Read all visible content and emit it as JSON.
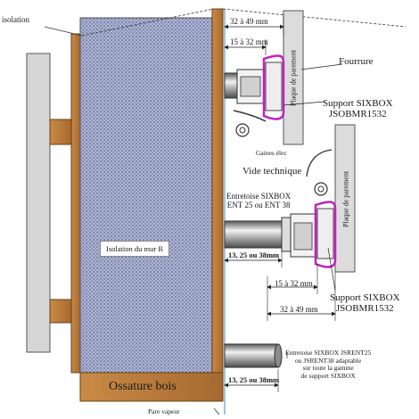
{
  "labels": {
    "isolation": "isolation",
    "dim_32_49_top": "32 à 49 mm",
    "dim_15_32_top": "15 à 32 mm",
    "fourrure": "Fourrure",
    "support_top_1": "Support SIXBOX",
    "support_top_2": "JSOBMR1532",
    "plaque_top": "Plaque de parement",
    "gaines": "Gaines élec",
    "vide_technique": "Vide technique",
    "entretoise_mid_1": "Entretoise SIXBOX",
    "entretoise_mid_2": "ENT 25 ou ENT 38",
    "plaque_bottom": "Plaque de parement",
    "isolation_mur": "Isolation du mur R",
    "dim_13_25_38_mid": "13, 25 ou 38mm",
    "dim_15_32_bottom": "15 à 32 mm",
    "support_bottom_1": "Support SIXBOX",
    "support_bottom_2": "JSOBMR1532",
    "dim_32_49_bottom": "32 à 49 mm",
    "entretoise_bottom_1": "Entretoise SIXBOX JSRENT25",
    "entretoise_bottom_2": "ou JSRENT38 adaptable",
    "entretoise_bottom_3": "sur toute la gamme",
    "entretoise_bottom_4": "de support SIXBOX",
    "ossature_bois": "Ossature bois",
    "dim_13_25_38_bottom": "13, 25 ou 38mm",
    "pare_vapeur": "Pare vapeur"
  },
  "colors": {
    "wood": "#b5763a",
    "wood_dark": "#7a4a1c",
    "insulation": "#9aa3c4",
    "panel_gray": "#d8d8d8",
    "support_magenta": "#c020c0",
    "vapor_line": "#7fb3d5"
  }
}
